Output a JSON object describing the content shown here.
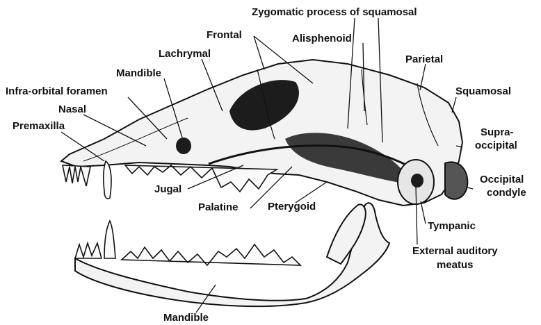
{
  "labels": {
    "zygomatic_process": "Zygomatic process  of squamosal",
    "frontal": "Frontal",
    "alisphenoid": "Alisphenoid",
    "lachrymal": "Lachrymal",
    "parietal": "Parietal",
    "mandible_upper": "Mandible",
    "infra_orbital": "Infra-orbital foramen",
    "squamosal": "Squamosal",
    "nasal": "Nasal",
    "supra_occipital_1": "Supra-",
    "supra_occipital_2": "occipital",
    "premaxilla": "Premaxilla",
    "occipital_condyle_1": "Occipital",
    "occipital_condyle_2": "condyle",
    "jugal": "Jugal",
    "palatine": "Palatine",
    "pterygoid": "Pterygoid",
    "tympanic": "Tympanic",
    "external_auditory_1": "External auditory",
    "external_auditory_2": "meatus",
    "mandible_lower": "Mandible"
  }
}
